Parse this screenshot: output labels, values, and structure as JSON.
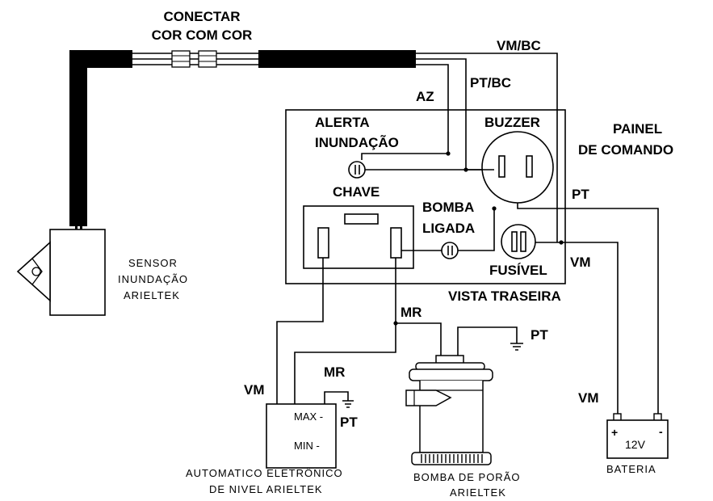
{
  "labels": {
    "connect_line1": "CONECTAR",
    "connect_line2": "COR COM COR",
    "vm_bc": "VM/BC",
    "pt_bc": "PT/BC",
    "az": "AZ",
    "alerta_line1": "ALERTA",
    "alerta_line2": "INUNDAÇÃO",
    "buzzer": "BUZZER",
    "painel_line1": "PAINEL",
    "painel_line2": "DE COMANDO",
    "chave": "CHAVE",
    "bomba_ligada_line1": "BOMBA",
    "bomba_ligada_line2": "LIGADA",
    "pt_panel": "PT",
    "vm_panel": "VM",
    "fusivel": "FUSÍVEL",
    "vista_traseira": "VISTA TRASEIRA",
    "sensor_line1": "SENSOR",
    "sensor_line2": "INUNDAÇÃO",
    "sensor_line3": "ARIELTEK",
    "mr_pump": "MR",
    "pt_pump": "PT",
    "vm_auto": "VM",
    "mr_auto": "MR",
    "pt_auto": "PT",
    "max_term": "MAX -",
    "min_term": "MIN -",
    "auto_line1": "AUTOMATICO ELETRÔNICO",
    "auto_line2": "DE NIVEL ARIELTEK",
    "bomba_porao_line1": "BOMBA DE PORÃO",
    "bomba_porao_line2": "ARIELTEK",
    "vm_battery": "VM",
    "battery_voltage": "12V",
    "battery_plus": "+",
    "battery_minus": "-",
    "bateria": "BATERIA"
  },
  "colors": {
    "ink": "#000000",
    "background": "#ffffff"
  }
}
